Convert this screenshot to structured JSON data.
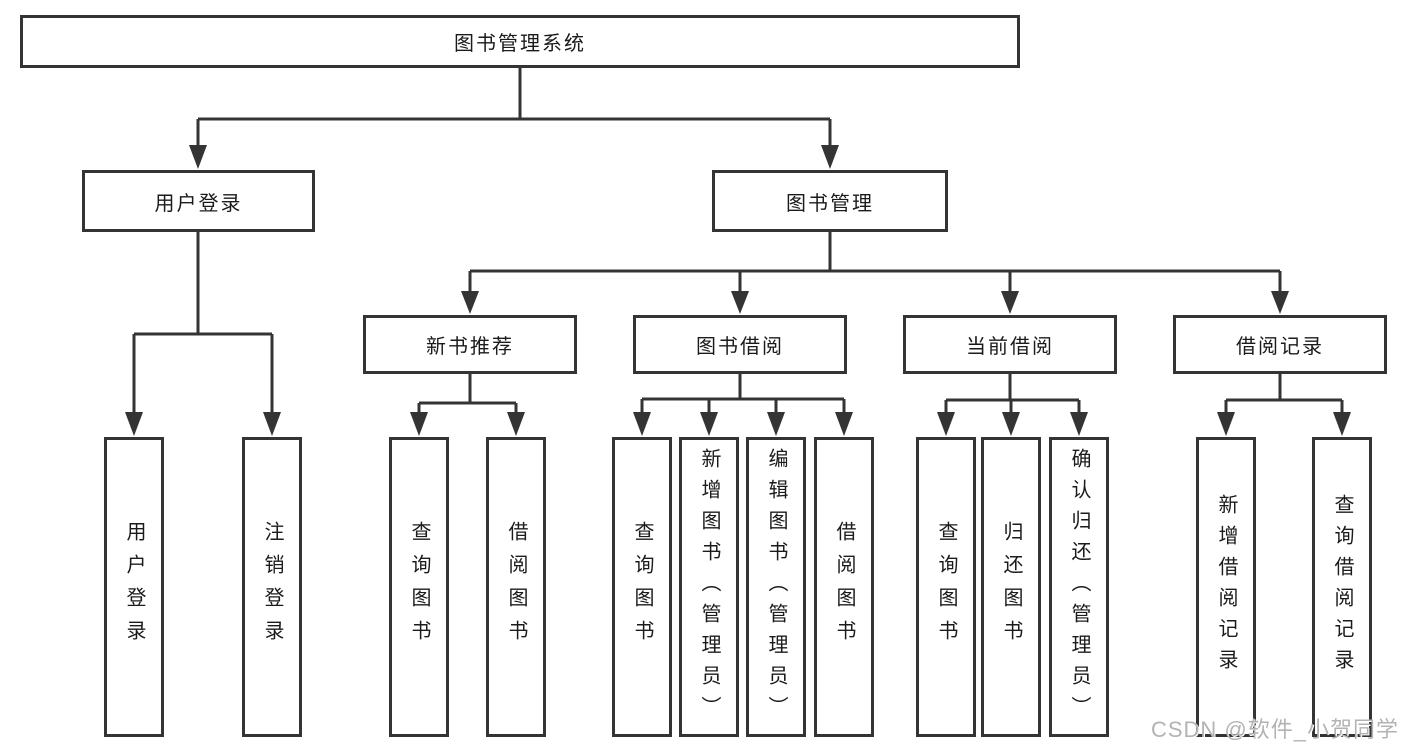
{
  "root": {
    "label": "图书管理系统"
  },
  "login": {
    "label": "用户登录",
    "children": [
      {
        "label": "用户登录"
      },
      {
        "label": "注销登录"
      }
    ]
  },
  "mgmt": {
    "label": "图书管理",
    "groups": [
      {
        "label": "新书推荐",
        "children": [
          {
            "label": "查询图书"
          },
          {
            "label": "借阅图书"
          }
        ]
      },
      {
        "label": "图书借阅",
        "children": [
          {
            "label": "查询图书"
          },
          {
            "label": "新增图书（管理员）"
          },
          {
            "label": "编辑图书（管理员）"
          },
          {
            "label": "借阅图书"
          }
        ]
      },
      {
        "label": "当前借阅",
        "children": [
          {
            "label": "查询图书"
          },
          {
            "label": "归还图书"
          },
          {
            "label": "确认归还（管理员）"
          }
        ]
      },
      {
        "label": "借阅记录",
        "children": [
          {
            "label": "新增借阅记录"
          },
          {
            "label": "查询借阅记录"
          }
        ]
      }
    ]
  },
  "watermark": {
    "text": "CSDN @软件_小贺同学"
  },
  "colors": {
    "border": "#343434",
    "line": "#343434",
    "text": "#1b1b1b",
    "watermark": "#b3b3b3",
    "background": "#ffffff"
  }
}
